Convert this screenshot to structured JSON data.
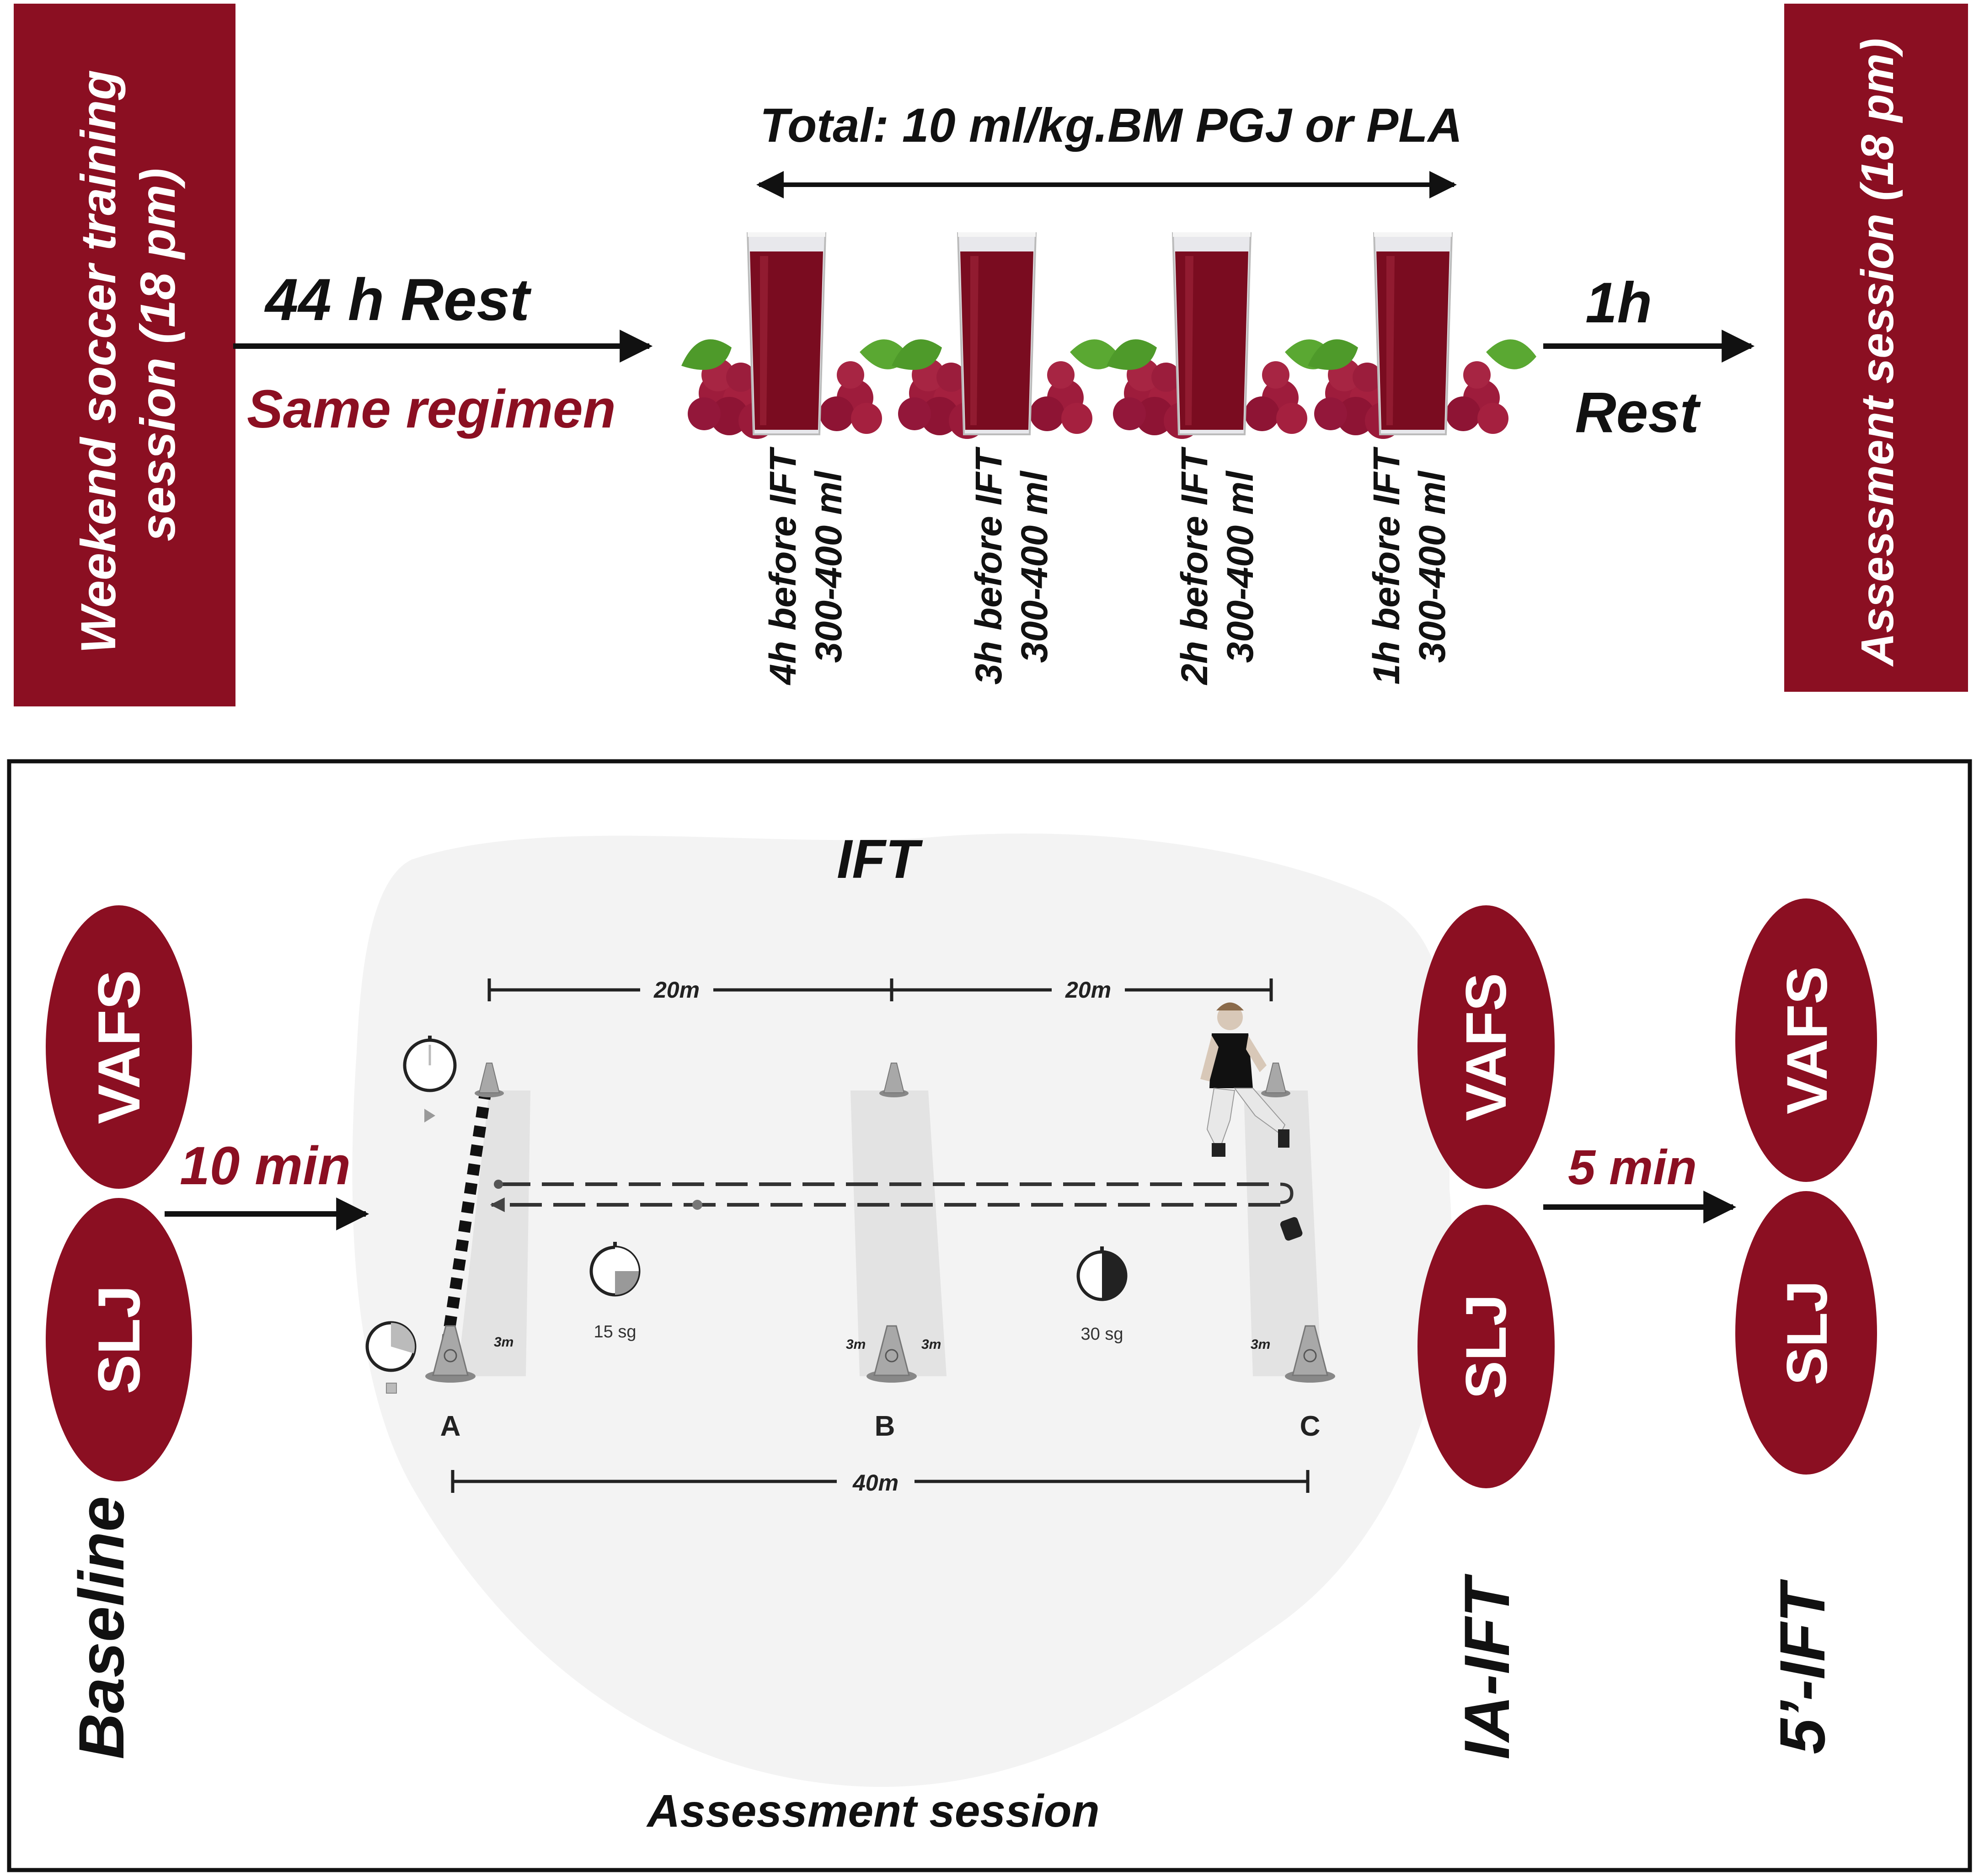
{
  "colors": {
    "maroon": "#8b0f22",
    "dark": "#111111",
    "white": "#ffffff",
    "juice": "#7a0c20",
    "grape": "#9e1c3c",
    "leaf": "#4e9a2a",
    "cloud": "#f3f3f3"
  },
  "top": {
    "left_box_text": [
      "Weekend soccer training",
      "session (18 pm)"
    ],
    "right_box_text": "Assessment session (18 pm)",
    "rest_label": "44 h  Rest",
    "regimen_label": "Same regimen",
    "total_label": "Total: 10 ml/kg.BM PGJ or PLA",
    "rest2_top": "1h",
    "rest2_bottom": "Rest",
    "doses": [
      {
        "time": "4h before IFT",
        "amount": "300-400 ml"
      },
      {
        "time": "3h before IFT",
        "amount": "300-400 ml"
      },
      {
        "time": "2h before IFT",
        "amount": "300-400 ml"
      },
      {
        "time": "1h before IFT",
        "amount": "300-400 ml"
      }
    ],
    "glass_icon": "grape-juice-glass-icon"
  },
  "bottom": {
    "ift_title": "IFT",
    "session_caption": "Assessment session",
    "baseline": {
      "top": "VAFS",
      "bottom": "SLJ",
      "label": "Baseline"
    },
    "ia_ift": {
      "top": "VAFS",
      "bottom": "SLJ",
      "label": "IA-IFT"
    },
    "post5": {
      "top": "VAFS",
      "bottom": "SLJ",
      "label": "5’-IFT"
    },
    "arrow1_label": "10 min",
    "arrow2_label": "5 min",
    "field": {
      "dist_ab": "20m",
      "dist_bc": "20m",
      "dist_total": "40m",
      "cone_labels": [
        "A",
        "B",
        "C"
      ],
      "zone_labels": [
        "3m",
        "3m",
        "3m",
        "3m"
      ],
      "timer_15": "15 sg",
      "timer_30": "30 sg"
    }
  }
}
